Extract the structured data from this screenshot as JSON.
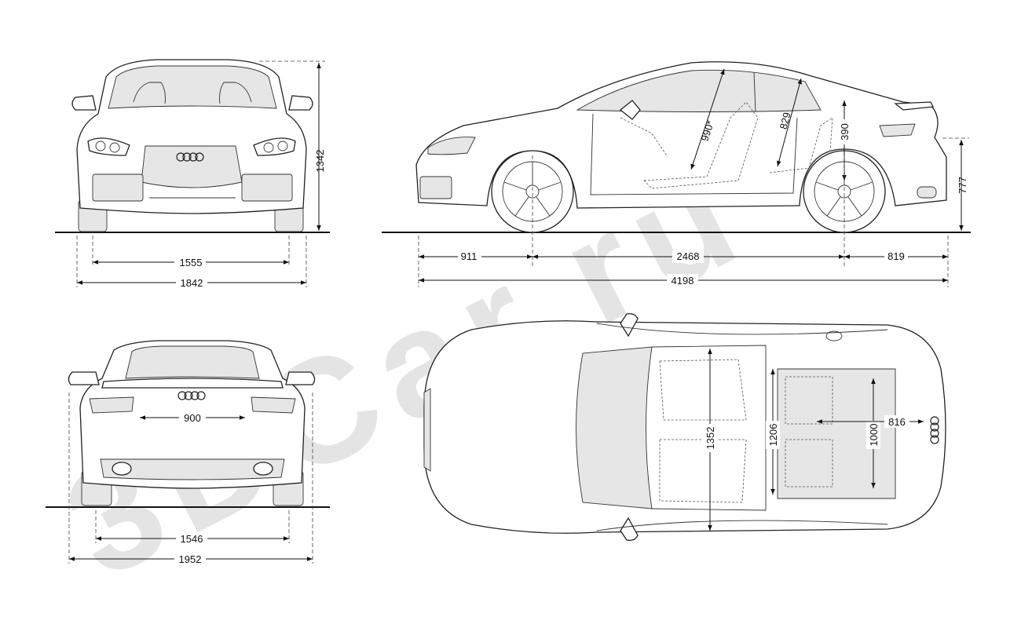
{
  "views": {
    "front": {
      "dims": {
        "track_front": "1555",
        "width": "1842",
        "height": "1342"
      }
    },
    "side": {
      "dims": {
        "front_overhang": "911",
        "wheelbase": "2468",
        "rear_overhang": "819",
        "length": "4198",
        "headroom_front": "990*",
        "headroom_rear": "829",
        "rear_height": "390",
        "rear_ground_height": "777"
      }
    },
    "rear": {
      "dims": {
        "track_rear": "1546",
        "width_mirrors": "1952",
        "trunk_width": "900"
      }
    },
    "top": {
      "dims": {
        "front_width": "1352",
        "rear_width": "1206",
        "trunk_width": "1000",
        "trunk_length": "816"
      }
    }
  },
  "watermark": "3DCar.ru"
}
